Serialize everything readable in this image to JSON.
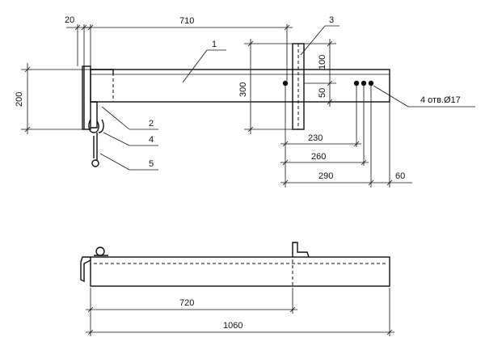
{
  "dimensions": {
    "top_20": "20",
    "top_710": "710",
    "left_200": "200",
    "v_300": "300",
    "v_100": "100",
    "v_50": "50",
    "h_230": "230",
    "h_260": "260",
    "h_290": "290",
    "h_60": "60",
    "bottom_720": "720",
    "bottom_1060": "1060"
  },
  "callouts": {
    "c1": "1",
    "c2": "2",
    "c3": "3",
    "c4": "4",
    "c5": "5",
    "holes": "4 отв.Ø17"
  }
}
